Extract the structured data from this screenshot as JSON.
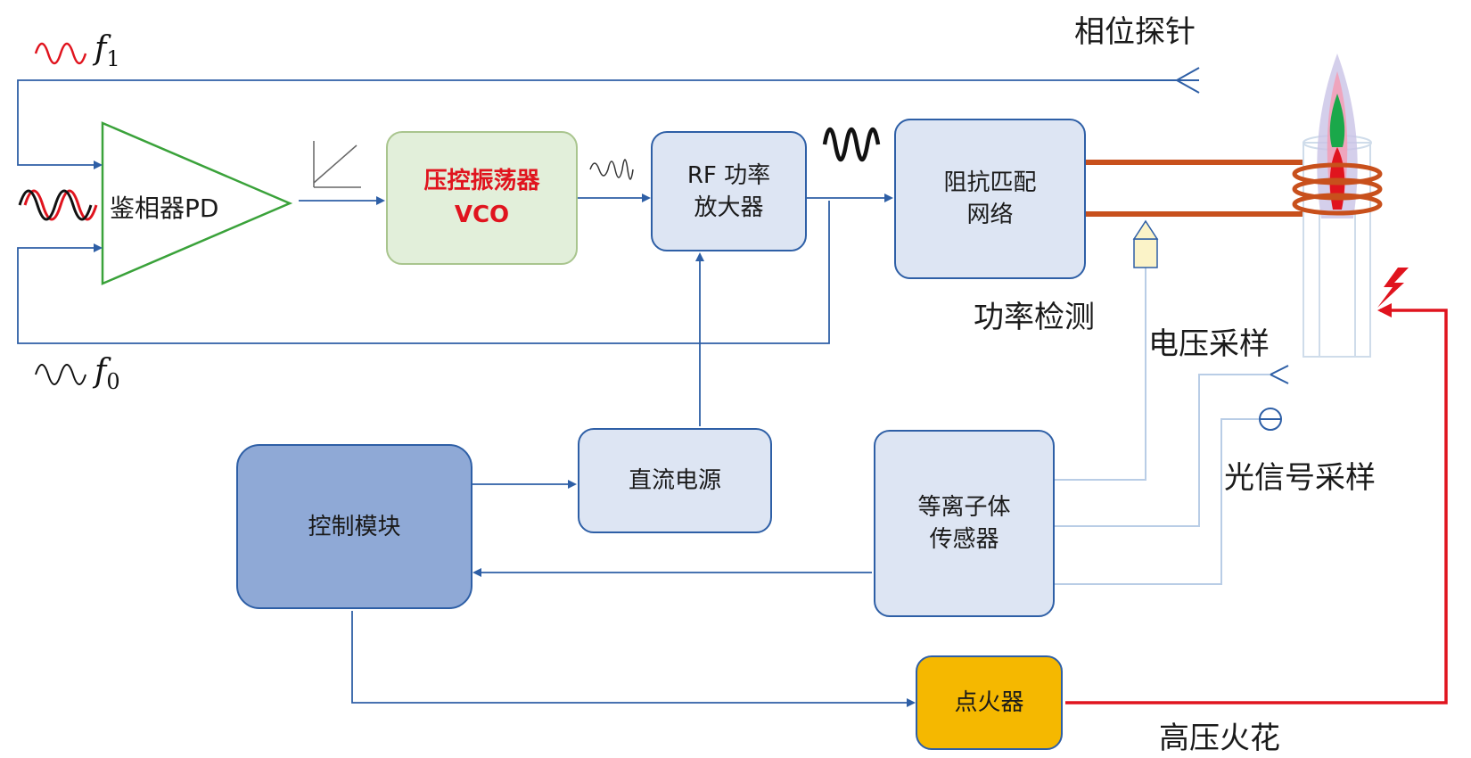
{
  "labels": {
    "phase_probe": "相位探针",
    "power_detect": "功率检测",
    "voltage_sample": "电压采样",
    "optical_sample": "光信号采样",
    "hv_spark": "高压火花",
    "f1_symbol": "f",
    "f1_sub": "1",
    "f0_symbol": "f",
    "f0_sub": "0"
  },
  "blocks": {
    "phase_detector": "鉴相器PD",
    "vco_line1": "压控振荡器",
    "vco_line2": "VCO",
    "rf_amp": "RF 功率\n放大器",
    "matching": "阻抗匹配\n网络",
    "dc_supply": "直流电源",
    "plasma_sensor": "等离子体\n传感器",
    "control": "控制模块",
    "igniter": "点火器"
  },
  "colors": {
    "line": "#2e5fa6",
    "pd_stroke": "#3aa23a",
    "vco_fill": "#e2efda",
    "vco_text": "#e0141e",
    "block_fill": "#dde5f3",
    "control_fill": "#8fa9d6",
    "igniter_fill": "#f5b800",
    "coil": "#c8501c",
    "spark": "#e0141e",
    "wave_red": "#e0141e",
    "wave_black": "#111111"
  },
  "icons": [
    "sine-wave-icon",
    "ramp-icon",
    "lightning-icon",
    "antenna-icon",
    "photodiode-icon",
    "torch-icon",
    "voltage-probe-icon"
  ]
}
